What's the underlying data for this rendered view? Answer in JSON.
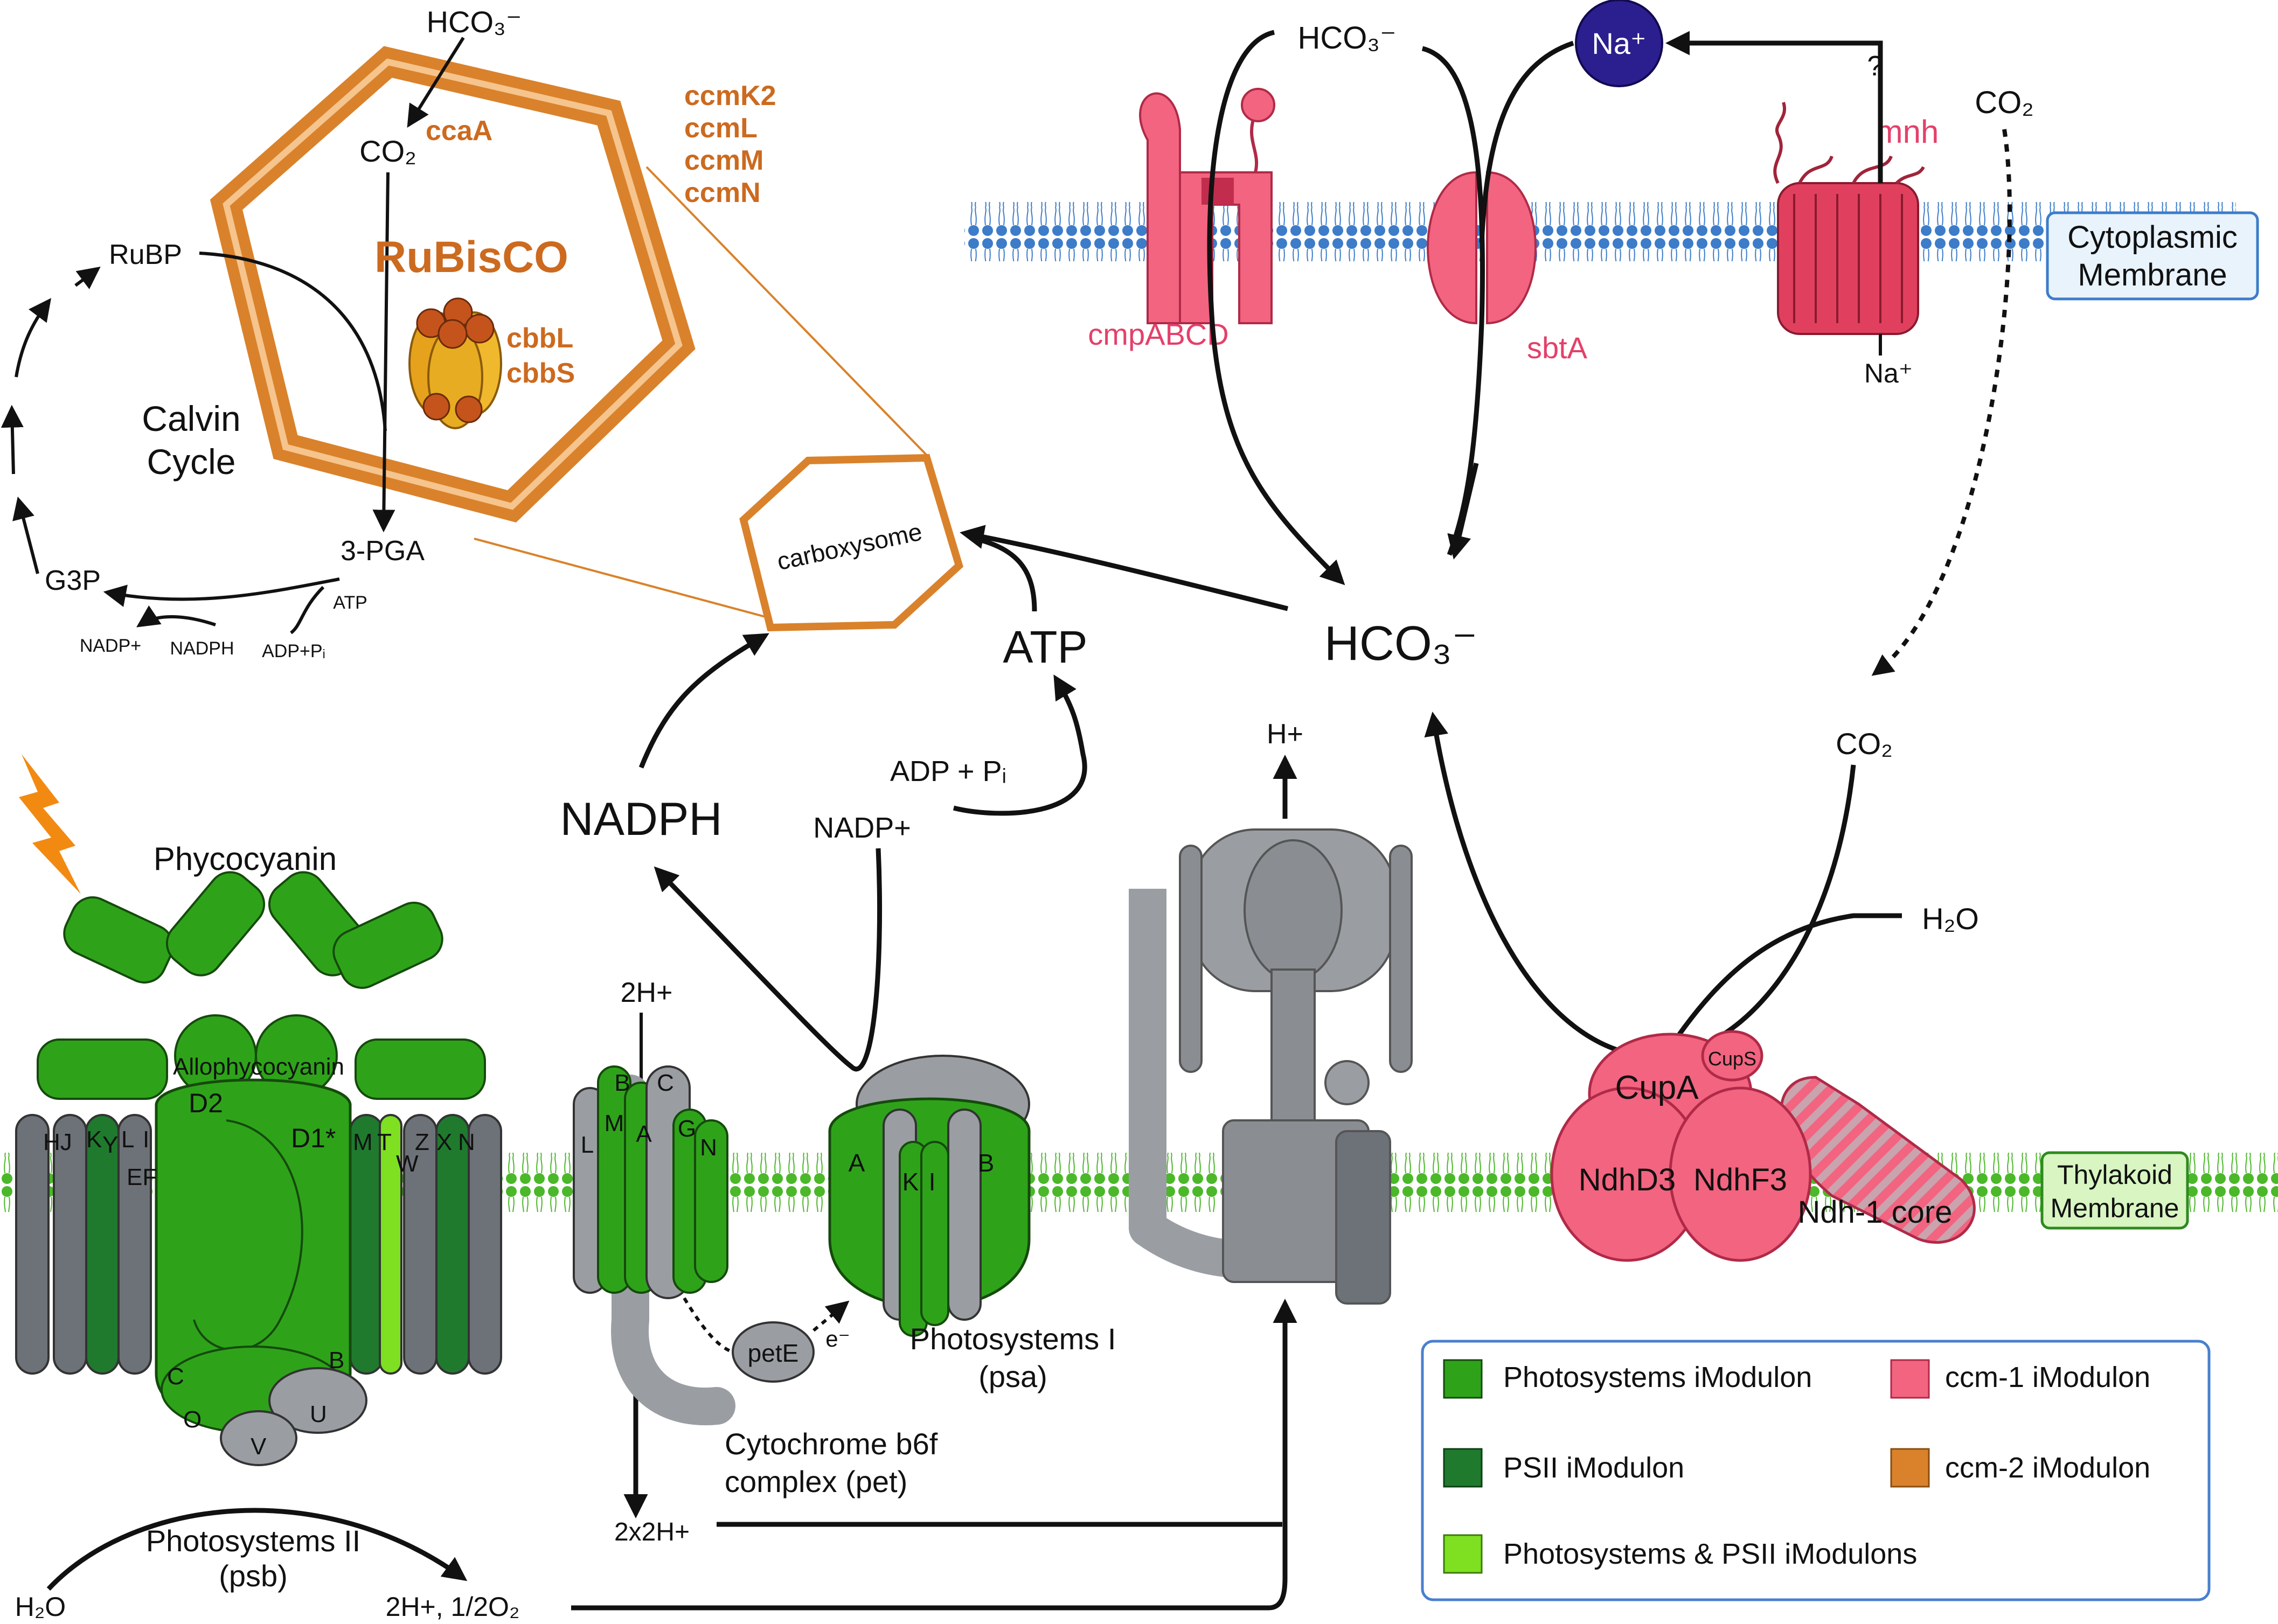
{
  "colors": {
    "photosystems": "#2ea31a",
    "psii": "#1f7a2e",
    "both": "#7ee021",
    "ccm1": "#f2647f",
    "ccm2": "#d9822b",
    "grey": "#9a9ea3",
    "membrane": "#3d7cc9",
    "thylakoid": "#4bb82a"
  },
  "carboxysome": {
    "hco3": "HCO₃⁻",
    "ccaA": "ccaA",
    "co2": "CO₂",
    "genes": [
      "ccmK2",
      "ccmL",
      "ccmM",
      "ccmN"
    ],
    "rubisco": "RuBisCO",
    "cbbL": "cbbL",
    "cbbS": "cbbS",
    "label": "carboxysome"
  },
  "calvin": {
    "title_line1": "Calvin",
    "title_line2": "Cycle",
    "rubp": "RuBP",
    "pga": "3-PGA",
    "g3p": "G3P",
    "atp": "ATP",
    "nadp": "NADP+",
    "nadph": "NADPH",
    "adp": "ADP+Pᵢ"
  },
  "cyto": {
    "hco3_top": "HCO₃⁻",
    "na": "Na⁺",
    "question": "?",
    "co2_top": "CO₂",
    "mnh": "mnh",
    "membrane_line1": "Cytoplasmic",
    "membrane_line2": "Membrane",
    "cmp": "cmpABCD",
    "sbta": "sbtA",
    "na_bottom": "Na⁺"
  },
  "center": {
    "atp": "ATP",
    "hco3": "HCO₃⁻",
    "adp": "ADP + Pᵢ",
    "nadph": "NADPH",
    "nadp": "NADP+",
    "h_plus": "H+",
    "co2": "CO₂",
    "h2o": "H₂O"
  },
  "psii": {
    "phycocyanin": "Phycocyanin",
    "allophycocyanin": "Allophycocyanin",
    "d2": "D2",
    "d1": "D1*",
    "subunits_left": [
      "HJ",
      "K",
      "Y",
      "L",
      "I",
      "EF"
    ],
    "subunits_right": [
      "M",
      "T",
      "W",
      "Z",
      "X",
      "N"
    ],
    "c": "C",
    "b": "B",
    "o": "O",
    "u": "U",
    "v": "V",
    "name_line1": "Photosystems II",
    "name_line2": "(psb)",
    "h2o": "H₂O",
    "products": "2H+, 1/2O₂"
  },
  "cytb6f": {
    "h_top": "2H+",
    "subunits": [
      "B",
      "C",
      "L",
      "M",
      "A",
      "G",
      "N"
    ],
    "pete": "petE",
    "electron": "e⁻",
    "name_line1": "Cytochrome b6f",
    "name_line2": "complex (pet)",
    "h_bottom": "2x2H+"
  },
  "psi": {
    "subunits": [
      "A",
      "K",
      "I",
      "B"
    ],
    "name_line1": "Photosystems I",
    "name_line2": "(psa)"
  },
  "ndh": {
    "cupa": "CupA",
    "cups": "CupS",
    "ndhd3": "NdhD3",
    "ndhf3": "NdhF3",
    "core": "Ndh-1 core",
    "membrane_line1": "Thylakoid",
    "membrane_line2": "Membrane"
  },
  "legend": [
    {
      "label": "Photosystems iModulon",
      "color": "#2ea31a"
    },
    {
      "label": "ccm-1 iModulon",
      "color": "#f2647f"
    },
    {
      "label": "PSII iModulon",
      "color": "#1f7a2e"
    },
    {
      "label": "ccm-2 iModulon",
      "color": "#d9822b"
    },
    {
      "label": "Photosystems & PSII iModulons",
      "color": "#7ee021"
    }
  ]
}
